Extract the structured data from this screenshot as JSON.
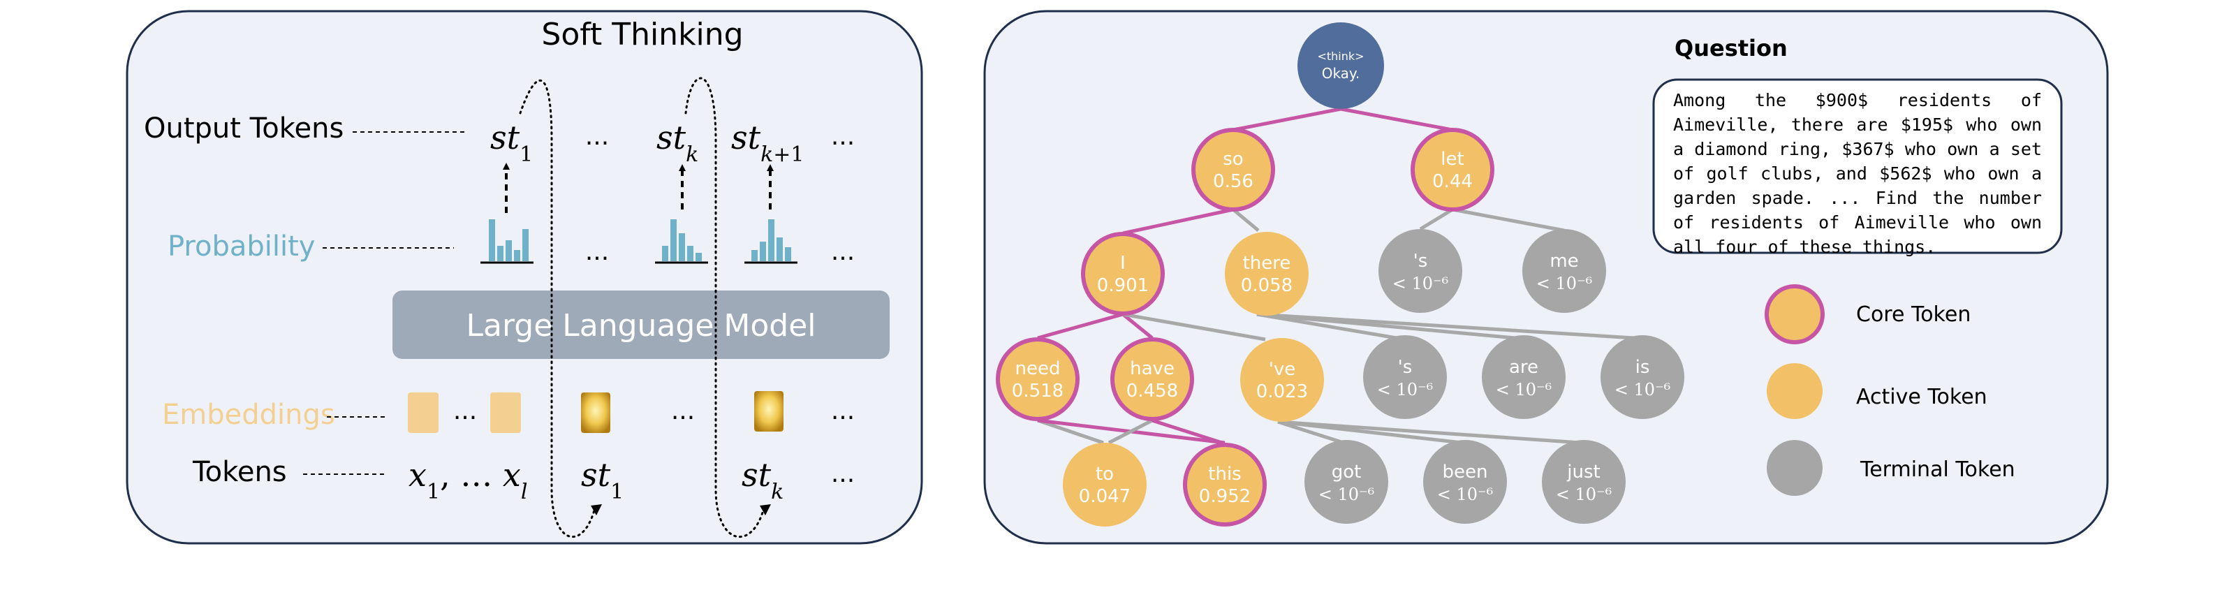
{
  "left_panel": {
    "title": "Soft Thinking",
    "rows": {
      "output_tokens": "Output Tokens",
      "probability": "Probability",
      "embeddings": "Embeddings",
      "tokens": "Tokens"
    },
    "model_label": "Large Language Model",
    "output_sequence": [
      "st1",
      "...",
      "stk",
      "stk+1",
      "..."
    ],
    "input_sequence": [
      "x1, ... xl",
      "st1",
      "...",
      "stk",
      "..."
    ],
    "ellipsis": "..."
  },
  "right_panel": {
    "question_title": "Question",
    "question_text": "Among the $900$ residents of Aimeville, there are $195$ who own a diamond ring, $367$ who own a set of golf clubs, and $562$ who own a garden spade. ... Find the number of residents of Aimeville who own all four of these things.",
    "root": {
      "line1": "<think>",
      "line2": "Okay."
    },
    "nodes": [
      {
        "id": "so",
        "token": "so",
        "prob": "0.56",
        "type": "core"
      },
      {
        "id": "let",
        "token": "let",
        "prob": "0.44",
        "type": "core"
      },
      {
        "id": "I",
        "token": "I",
        "prob": "0.901",
        "type": "core"
      },
      {
        "id": "there",
        "token": "there",
        "prob": "0.058",
        "type": "active"
      },
      {
        "id": "s1",
        "token": "'s",
        "prob": "< 10⁻⁶",
        "type": "terminal"
      },
      {
        "id": "me",
        "token": "me",
        "prob": "< 10⁻⁶",
        "type": "terminal"
      },
      {
        "id": "need",
        "token": "need",
        "prob": "0.518",
        "type": "core"
      },
      {
        "id": "have",
        "token": "have",
        "prob": "0.458",
        "type": "core"
      },
      {
        "id": "ve",
        "token": "'ve",
        "prob": "0.023",
        "type": "active"
      },
      {
        "id": "s2",
        "token": "'s",
        "prob": "< 10⁻⁶",
        "type": "terminal"
      },
      {
        "id": "are",
        "token": "are",
        "prob": "< 10⁻⁶",
        "type": "terminal"
      },
      {
        "id": "is",
        "token": "is",
        "prob": "< 10⁻⁶",
        "type": "terminal"
      },
      {
        "id": "to",
        "token": "to",
        "prob": "0.047",
        "type": "active"
      },
      {
        "id": "this",
        "token": "this",
        "prob": "0.952",
        "type": "core"
      },
      {
        "id": "got",
        "token": "got",
        "prob": "< 10⁻⁶",
        "type": "terminal"
      },
      {
        "id": "been",
        "token": "been",
        "prob": "< 10⁻⁶",
        "type": "terminal"
      },
      {
        "id": "just",
        "token": "just",
        "prob": "< 10⁻⁶",
        "type": "terminal"
      }
    ],
    "legend": [
      {
        "label": "Core Token",
        "type": "core"
      },
      {
        "label": "Active Token",
        "type": "active"
      },
      {
        "label": "Terminal Token",
        "type": "terminal"
      }
    ]
  },
  "colors": {
    "panel_bg": "#eef1f7",
    "panel_border": "#1f2e4a",
    "model_box": "#9eaab8",
    "probability": "#6fb1c9",
    "embeddings": "#f3cf92",
    "root": "#516d9c",
    "core_fill": "#f2c066",
    "core_border": "#c655a5",
    "active_fill": "#f2c066",
    "terminal_fill": "#a6a6a6",
    "core_edge": "#c655a5",
    "other_edge": "#a8a8a8"
  }
}
